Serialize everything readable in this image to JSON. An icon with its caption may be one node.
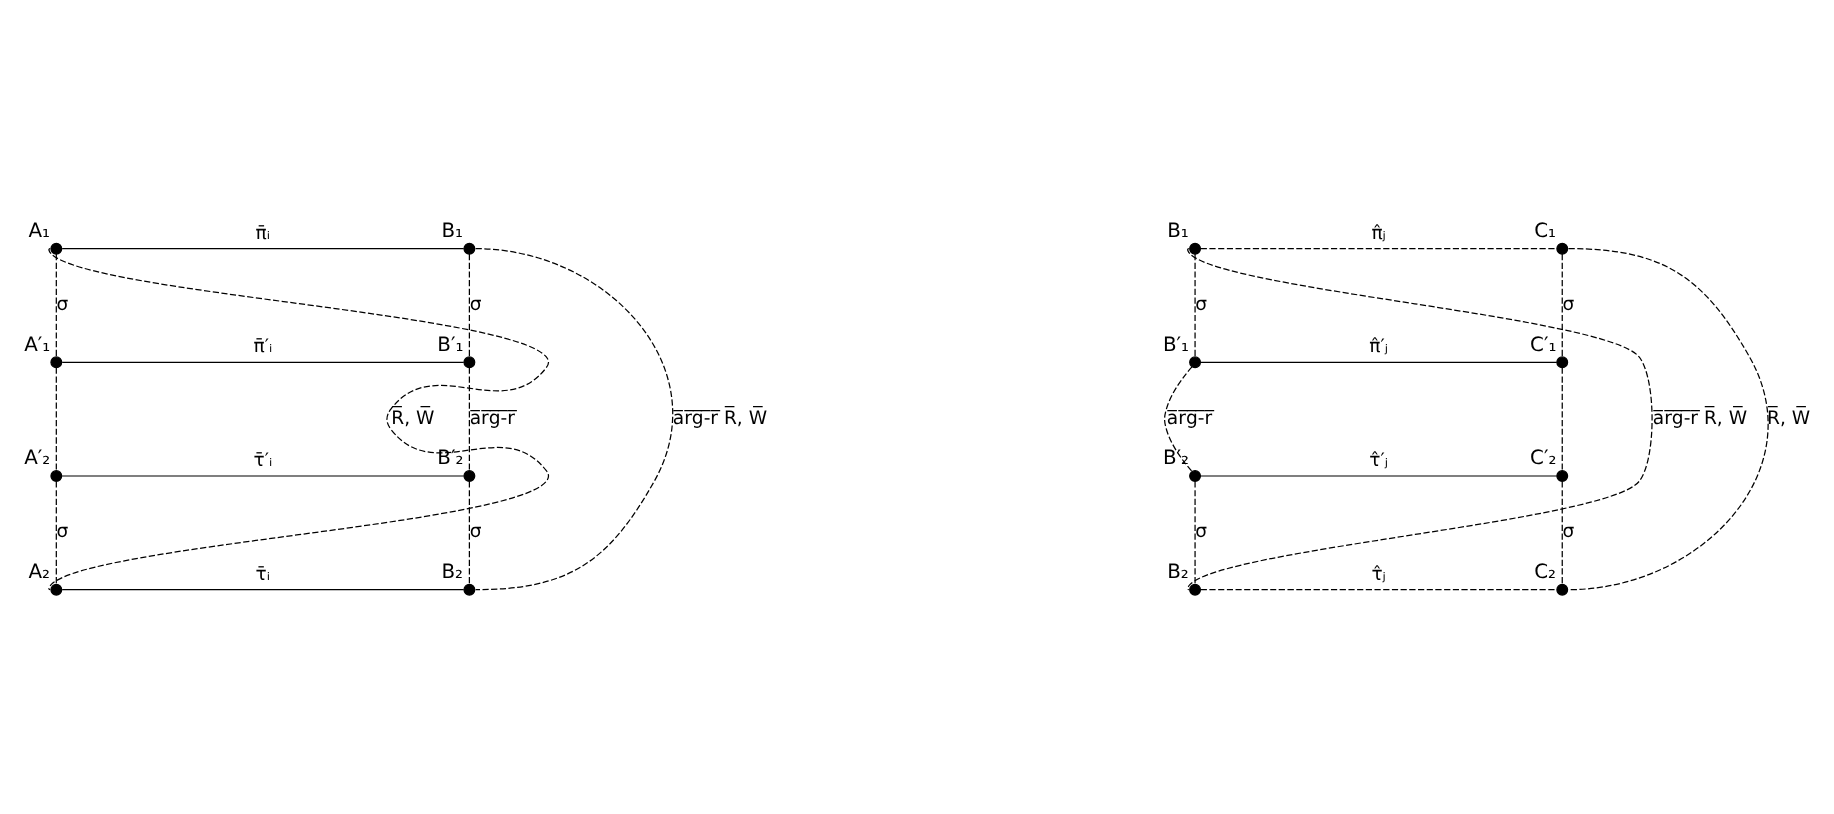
{
  "diagram": {
    "nodes": [
      {
        "text": [
          "A₁"
        ]
      },
      {
        "text": [
          "B₁"
        ]
      },
      {
        "text": [
          "A′₁"
        ]
      },
      {
        "text": [
          "B′₁"
        ]
      },
      {
        "text": [
          "A′₂"
        ]
      },
      {
        "text": [
          "B′₂"
        ]
      },
      {
        "text": [
          "A₂"
        ]
      },
      {
        "text": [
          "B₂"
        ]
      },
      {
        "text": [
          "B₁"
        ]
      },
      {
        "text": [
          "C₁"
        ]
      },
      {
        "text": [
          "B′₁"
        ]
      },
      {
        "text": [
          "C′₁"
        ]
      },
      {
        "text": [
          "B′₂"
        ]
      },
      {
        "text": [
          "C′₂"
        ]
      },
      {
        "text": [
          "B₂"
        ]
      },
      {
        "text": [
          "C₂"
        ]
      }
    ],
    "edges": [
      {
        "from": 0,
        "to": 1,
        "arrow": "none",
        "label": "π̄ᵢ"
      },
      {
        "from": 0,
        "to": 2,
        "arrow": "none",
        "label": "σ",
        "style": "dashed"
      },
      {
        "from": 1,
        "to": 3,
        "arrow": "none",
        "label": "σ",
        "style": "dashed"
      },
      {
        "from": 2,
        "to": 3,
        "arrow": "none",
        "label": "π̄′ᵢ"
      },
      {
        "from": 2,
        "to": 4,
        "arrow": "none",
        "style": "dashed"
      },
      {
        "from": 3,
        "to": 5,
        "arrow": "none",
        "label": "a̅r̅g̅-̅r̅",
        "style": "dashed"
      },
      {
        "from": 4,
        "to": 5,
        "arrow": "none",
        "label": "τ̄′ᵢ"
      },
      {
        "from": 4,
        "to": 6,
        "arrow": "none",
        "label": "σ",
        "style": "dashed"
      },
      {
        "from": 5,
        "to": 7,
        "arrow": "none",
        "label": "σ",
        "style": "dashed"
      },
      {
        "from": 6,
        "to": 7,
        "arrow": "none",
        "label": "τ̄ᵢ"
      },
      {
        "from": 0,
        "to": 6,
        "arrow": "none",
        "label": "R̅, W̅",
        "style": "dashed"
      },
      {
        "from": 1,
        "to": 7,
        "arrow": "none",
        "label": "a̅r̅g̅-̅r̅ R̅, W̅",
        "style": "dashed"
      },
      {
        "from": 8,
        "to": 9,
        "arrow": "none",
        "label": "π̂ⱼ",
        "style": "dashed"
      },
      {
        "from": 8,
        "to": 10,
        "arrow": "none",
        "label": "σ",
        "style": "dashed"
      },
      {
        "from": 9,
        "to": 11,
        "arrow": "none",
        "label": "σ",
        "style": "dashed"
      },
      {
        "from": 10,
        "to": 11,
        "arrow": "none",
        "label": "π̂′ⱼ"
      },
      {
        "from": 10,
        "to": 12,
        "arrow": "none",
        "label": "a̅r̅g̅-̅r̅",
        "style": "dashed"
      },
      {
        "from": 11,
        "to": 13,
        "arrow": "none",
        "style": "dashed"
      },
      {
        "from": 12,
        "to": 13,
        "arrow": "none",
        "label": "τ̂′ⱼ"
      },
      {
        "from": 12,
        "to": 14,
        "arrow": "none",
        "label": "σ",
        "style": "dashed"
      },
      {
        "from": 13,
        "to": 15,
        "arrow": "none",
        "label": "σ",
        "style": "dashed"
      },
      {
        "from": 14,
        "to": 15,
        "arrow": "none",
        "label": "τ̂ⱼ",
        "style": "dashed"
      },
      {
        "from": 8,
        "to": 14,
        "arrow": "none",
        "label": "a̅r̅g̅-̅r̅ R̅, W̅",
        "style": "dashed"
      },
      {
        "from": 9,
        "to": 15,
        "arrow": "none",
        "label": "R̅, W̅",
        "style": "dashed"
      }
    ]
  }
}
